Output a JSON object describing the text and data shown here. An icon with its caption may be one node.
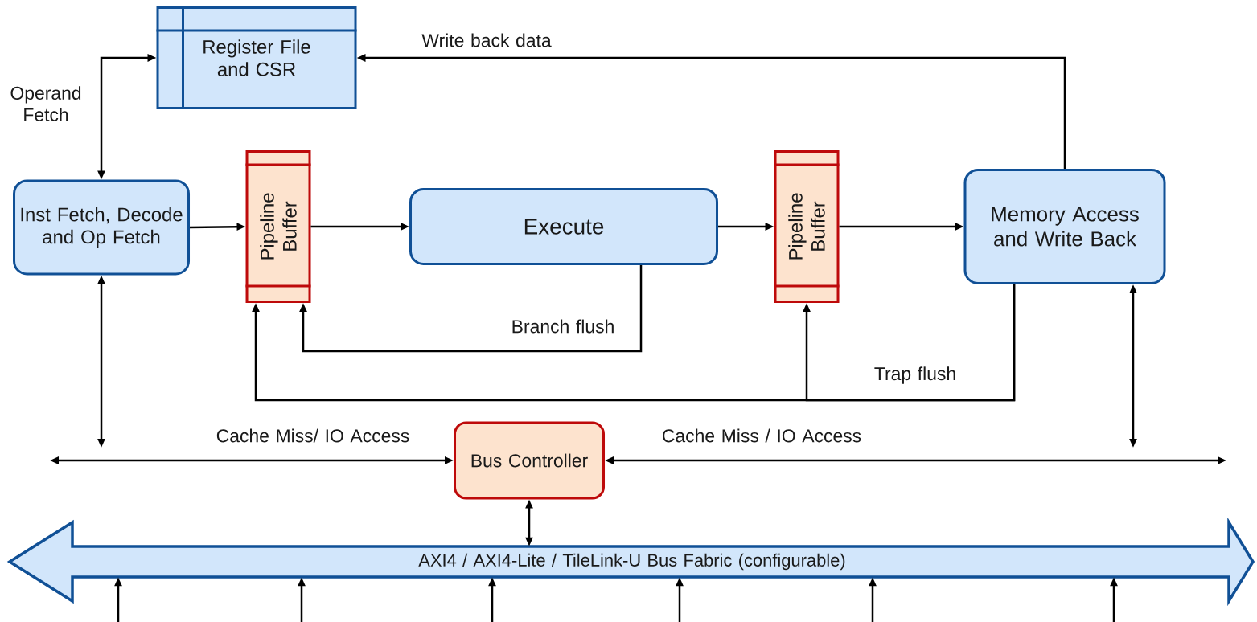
{
  "diagram": {
    "nodes": [
      {
        "text": [
          "Register File and CSR"
        ]
      },
      {
        "text": [
          "Inst Fetch, Decode and Op Fetch"
        ]
      },
      {
        "text": [
          "Pipeline Buffer"
        ]
      },
      {
        "text": [
          "Execute"
        ]
      },
      {
        "text": [
          "Pipeline Buffer"
        ]
      },
      {
        "text": [
          "Memory Access and Write Back"
        ]
      },
      {
        "text": [
          "Bus Controller"
        ]
      },
      {
        "text": [
          "AXI4 / AXI4-Lite / TileLink-U Bus Fabric (configurable)"
        ]
      }
    ],
    "edges": [
      {
        "from": 1,
        "to": 0,
        "arrow": "both",
        "label": "Operand Fetch"
      },
      {
        "from": 5,
        "to": 0,
        "arrow": "to",
        "label": "Write back data"
      },
      {
        "from": 1,
        "to": 2,
        "arrow": "to"
      },
      {
        "from": 2,
        "to": 3,
        "arrow": "to"
      },
      {
        "from": 3,
        "to": 4,
        "arrow": "to"
      },
      {
        "from": 4,
        "to": 5,
        "arrow": "to"
      },
      {
        "from": 3,
        "to": 2,
        "arrow": "to",
        "label": "Branch flush"
      },
      {
        "from": 5,
        "to": 4,
        "arrow": "to",
        "label": "Trap flush"
      },
      {
        "from": 5,
        "to": 2,
        "arrow": "to"
      },
      {
        "from": 1,
        "to": null,
        "arrow": "both"
      },
      {
        "from": null,
        "to": 6,
        "arrow": "both",
        "label": "Cache Miss/ IO Access"
      },
      {
        "from": 6,
        "to": null,
        "arrow": "both",
        "label": "Cache Miss / IO Access"
      },
      {
        "from": 5,
        "to": null,
        "arrow": "both"
      },
      {
        "from": 6,
        "to": 7,
        "arrow": "both"
      },
      {
        "from": null,
        "to": 7,
        "arrow": "to"
      },
      {
        "from": null,
        "to": 7,
        "arrow": "to"
      },
      {
        "from": null,
        "to": 7,
        "arrow": "to"
      },
      {
        "from": null,
        "to": 7,
        "arrow": "to"
      },
      {
        "from": null,
        "to": 7,
        "arrow": "to"
      },
      {
        "from": null,
        "to": 7,
        "arrow": "to"
      }
    ]
  }
}
